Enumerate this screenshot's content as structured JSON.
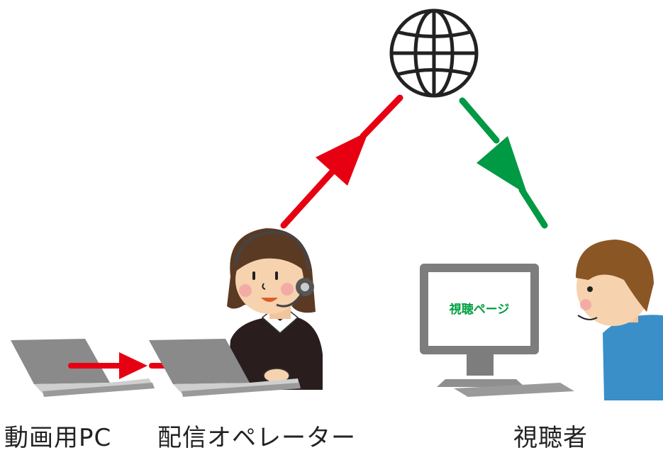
{
  "labels": {
    "video_pc": "動画用PC",
    "operator": "配信オペレーター",
    "viewer": "視聴者"
  },
  "screen": {
    "page_text": "視聴ページ"
  },
  "colors": {
    "upload_arrow": "#e60012",
    "download_arrow": "#009944",
    "laptop_gray": "#8a8a8a",
    "globe_stroke": "#222222",
    "screen_text": "#00a040"
  },
  "icons": [
    "globe-icon",
    "laptop-icon",
    "operator-with-headset",
    "monitor-icon",
    "viewer-person"
  ]
}
